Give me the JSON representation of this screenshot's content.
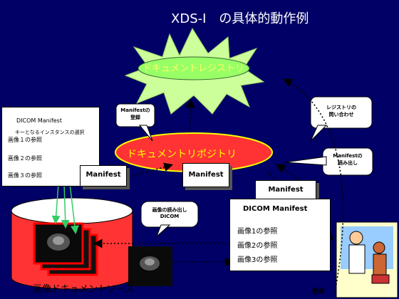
{
  "title": "XDS-I　の具体的動作例",
  "registry": {
    "label": "ドキュメントレジストリ"
  },
  "repository": {
    "label": "ドキュメントリポジトリ"
  },
  "left_panel": {
    "title": "DICOM Manifest",
    "subtitle": "キーとなるインスタンスの選択",
    "rows": [
      "画像１の参照",
      "画像２の参照",
      "画像３の参照"
    ]
  },
  "manifest_boxes": [
    "Manifest",
    "Manifest",
    "Manifest"
  ],
  "dicom_doc": {
    "title": "DICOM Manifest",
    "rows": [
      "画像1の参照",
      "画像2の参照",
      "画像3の参照"
    ]
  },
  "callouts": {
    "register": [
      "Manifestの",
      "登録"
    ],
    "query": [
      "レジストリの",
      "問い合わせ"
    ],
    "read": [
      "Manifestの",
      "読み出し"
    ],
    "image_read": [
      "画像の読み出し",
      "DICOM"
    ]
  },
  "source_label": "画像ドキュメントソース",
  "patient_label": "受診",
  "colors": {
    "background": "#000066",
    "starburst": "#ccff99",
    "registry_ellipse": "#99ff66",
    "repository_ellipse": "#ff3333",
    "repository_text": "#ffff00",
    "cylinder": "#ff3333"
  }
}
